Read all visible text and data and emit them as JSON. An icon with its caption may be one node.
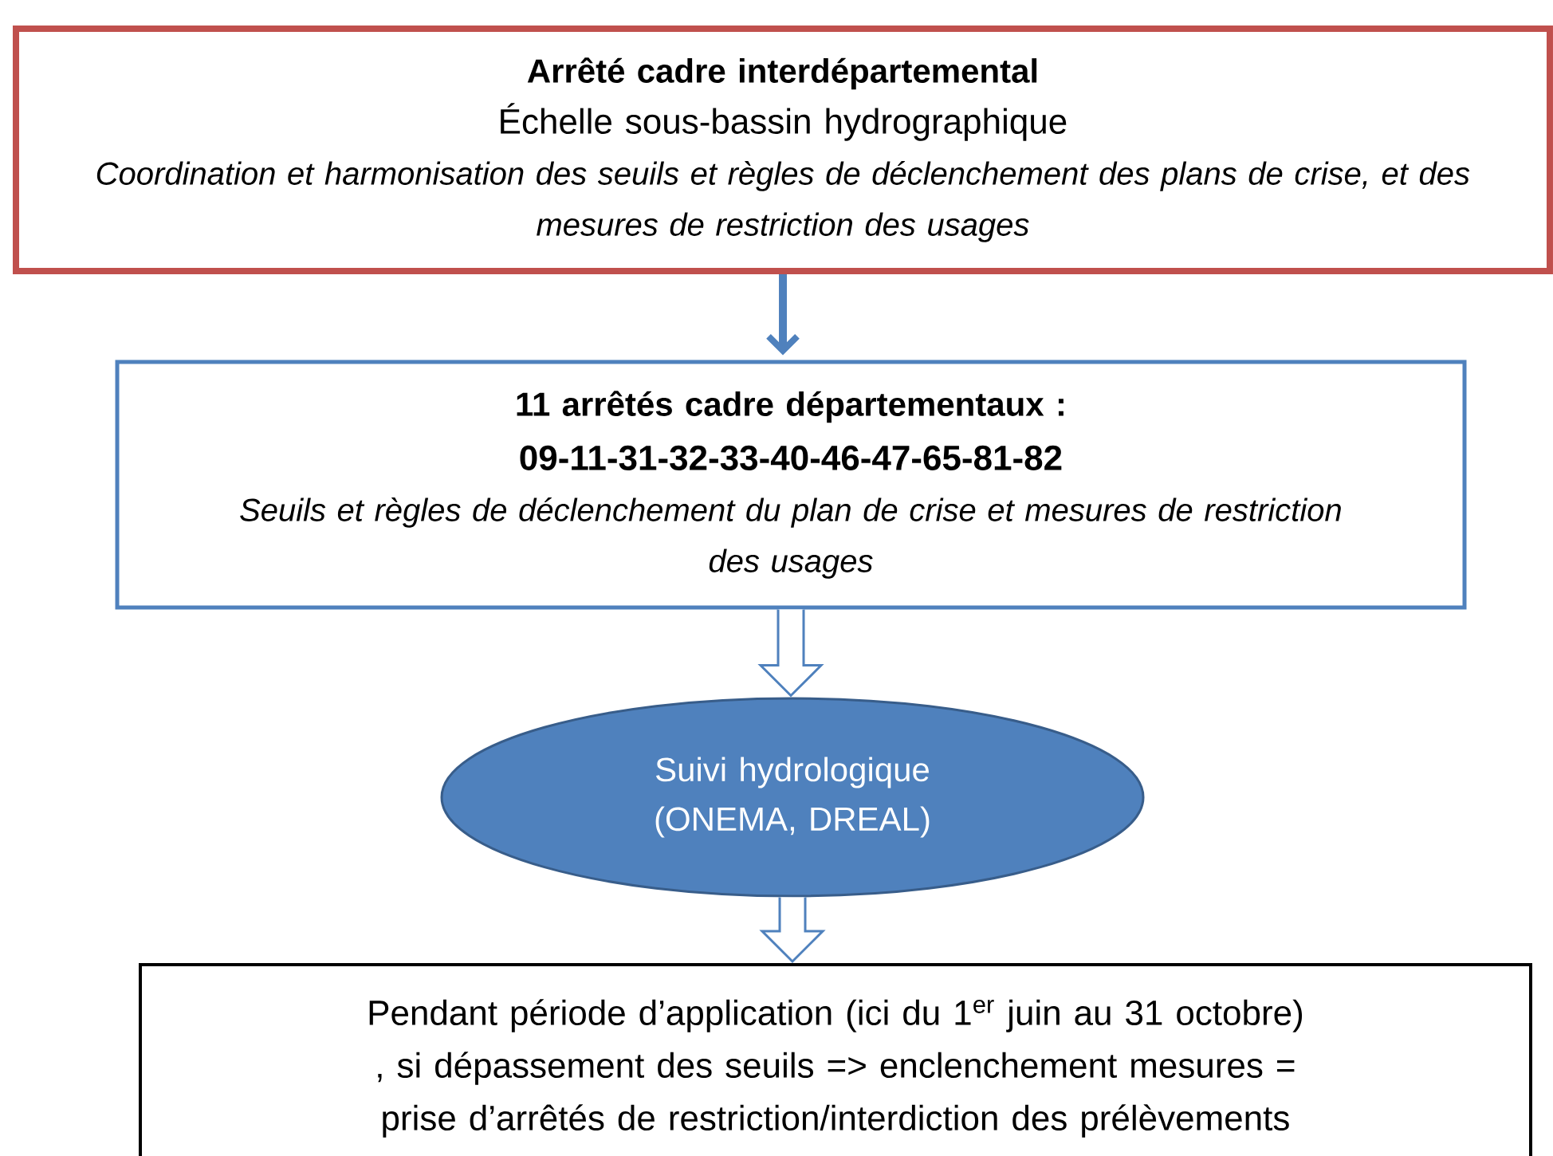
{
  "diagram": {
    "nodes": [
      {
        "text": [
          "Arrêté cadre interdépartemental",
          "Échelle sous-bassin hydrographique",
          "Coordination et harmonisation des seuils et règles de déclenchement des plans de crise,  et des mesures de restriction des usages"
        ]
      },
      {
        "text": [
          "11 arrêtés cadre départementaux :",
          "09-11-31-32-33-40-46-47-65-81-82",
          "Seuils et règles de déclenchement du plan de crise et mesures de restriction des usages"
        ]
      },
      {
        "text": [
          "Suivi hydrologique (ONEMA, DREAL)"
        ]
      },
      {
        "text": [
          "Pendant période d’application (ici du 1$^{er}$ juin au 31 octobre) , si dépassement des seuils => enclenchement mesures =  prise d’arrêtés de restriction/interdiction des prélèvements"
        ]
      }
    ],
    "edges": [
      {
        "from": 0,
        "to": 1,
        "arrow": "to"
      },
      {
        "from": 1,
        "to": 2,
        "arrow": "to"
      },
      {
        "from": 2,
        "to": 3,
        "arrow": "to"
      }
    ]
  }
}
